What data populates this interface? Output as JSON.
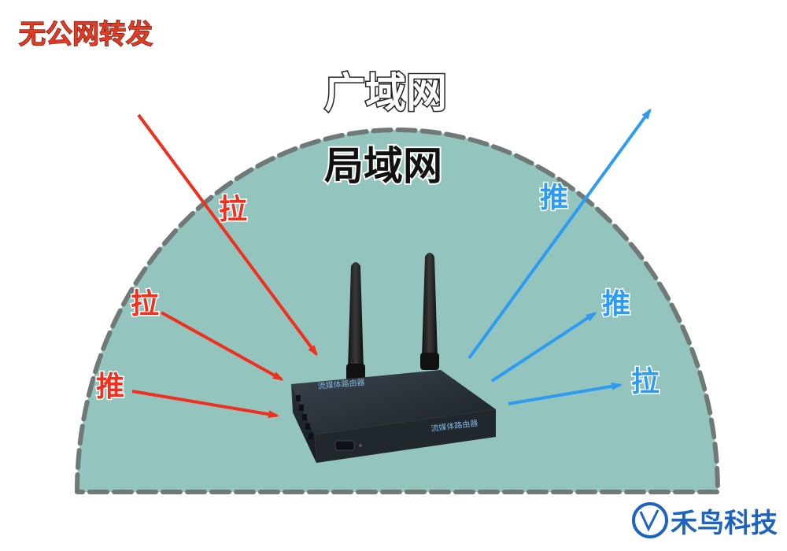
{
  "title": "无公网转发",
  "labels": {
    "wan": "广域网",
    "lan": "局域网"
  },
  "left_arrows": [
    {
      "label": "拉"
    },
    {
      "label": "拉"
    },
    {
      "label": "推"
    }
  ],
  "right_arrows": [
    {
      "label": "推"
    },
    {
      "label": "推"
    },
    {
      "label": "拉"
    }
  ],
  "device": {
    "brand_label": "流媒体路由器"
  },
  "logo": {
    "text": "禾鸟科技",
    "icon": "bird-logo-icon"
  },
  "colors": {
    "title_red": "#e23a24",
    "pull_red": "#f0301e",
    "push_blue": "#2d9bf0",
    "lan_fill": "#94c4be",
    "dash_border": "#6f7a78",
    "logo_blue": "#1f63c0",
    "device_body": "#232a31"
  }
}
